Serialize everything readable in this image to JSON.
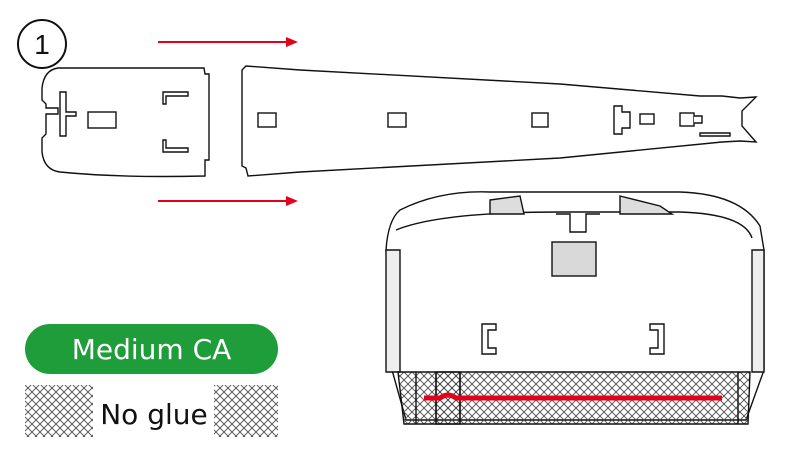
{
  "step": {
    "number": "1"
  },
  "legend": {
    "glue_label": "Medium CA",
    "glue_color": "#1f9d3a",
    "no_glue_label": "No glue"
  },
  "colors": {
    "arrow": "#e3001b",
    "glue_line": "#e3001b",
    "outline": "#111111",
    "part_fill": "#ffffff",
    "tab_fill": "#d9d9d9"
  },
  "icons": {
    "arrow": "right-arrow-icon",
    "hatch": "crosshatch-pattern"
  }
}
